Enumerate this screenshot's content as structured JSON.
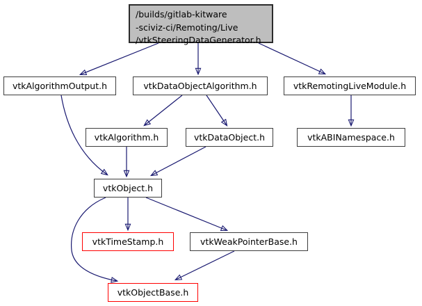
{
  "diagram": {
    "kind": "include-dependency-graph",
    "colors": {
      "edge": "#191970",
      "node_border": "#3d3d3d",
      "root_fill": "#bebebe",
      "root_border": "#2b2b2b",
      "truncated_border": "#ff0000",
      "node_fill": "#ffffff",
      "text": "#000000",
      "background": "#ffffff"
    }
  },
  "nodes": {
    "0": {
      "lines": {
        "0": "/builds/gitlab-kitware",
        "1": "-sciviz-ci/Remoting/Live",
        "2": "/vtkSteeringDataGenerator.h"
      },
      "label": "/builds/gitlab-kitware-sciviz-ci/Remoting/Live/vtkSteeringDataGenerator.h",
      "style": "root"
    },
    "1": {
      "label": "vtkAlgorithmOutput.h",
      "style": "normal"
    },
    "2": {
      "label": "vtkDataObjectAlgorithm.h",
      "style": "normal"
    },
    "3": {
      "label": "vtkRemotingLiveModule.h",
      "style": "normal"
    },
    "4": {
      "label": "vtkAlgorithm.h",
      "style": "normal"
    },
    "5": {
      "label": "vtkDataObject.h",
      "style": "normal"
    },
    "6": {
      "label": "vtkABINamespace.h",
      "style": "normal"
    },
    "7": {
      "label": "vtkObject.h",
      "style": "normal"
    },
    "8": {
      "label": "vtkTimeStamp.h",
      "style": "truncated"
    },
    "9": {
      "label": "vtkWeakPointerBase.h",
      "style": "normal"
    },
    "10": {
      "label": "vtkObjectBase.h",
      "style": "truncated"
    }
  },
  "edges": [
    {
      "from": "/builds/gitlab-kitware-sciviz-ci/Remoting/Live/vtkSteeringDataGenerator.h",
      "to": "vtkAlgorithmOutput.h"
    },
    {
      "from": "/builds/gitlab-kitware-sciviz-ci/Remoting/Live/vtkSteeringDataGenerator.h",
      "to": "vtkDataObjectAlgorithm.h"
    },
    {
      "from": "/builds/gitlab-kitware-sciviz-ci/Remoting/Live/vtkSteeringDataGenerator.h",
      "to": "vtkRemotingLiveModule.h"
    },
    {
      "from": "vtkDataObjectAlgorithm.h",
      "to": "vtkAlgorithm.h"
    },
    {
      "from": "vtkDataObjectAlgorithm.h",
      "to": "vtkDataObject.h"
    },
    {
      "from": "vtkRemotingLiveModule.h",
      "to": "vtkABINamespace.h"
    },
    {
      "from": "vtkAlgorithmOutput.h",
      "to": "vtkObject.h"
    },
    {
      "from": "vtkAlgorithm.h",
      "to": "vtkObject.h"
    },
    {
      "from": "vtkDataObject.h",
      "to": "vtkObject.h"
    },
    {
      "from": "vtkObject.h",
      "to": "vtkTimeStamp.h"
    },
    {
      "from": "vtkObject.h",
      "to": "vtkWeakPointerBase.h"
    },
    {
      "from": "vtkObject.h",
      "to": "vtkObjectBase.h"
    },
    {
      "from": "vtkWeakPointerBase.h",
      "to": "vtkObjectBase.h"
    }
  ]
}
